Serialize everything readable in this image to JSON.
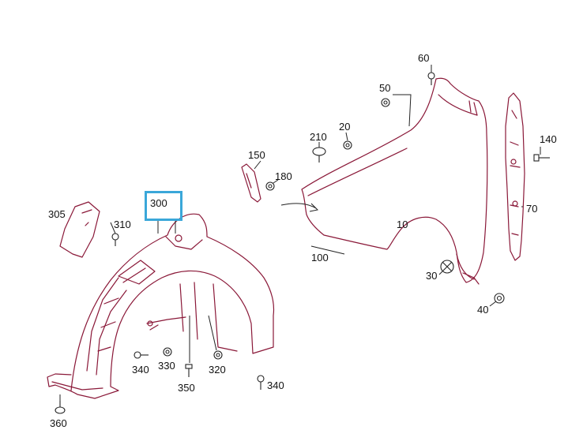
{
  "colors": {
    "outline": "#8a1838",
    "accent_highlight": "#3aa7d9",
    "leader": "#222222",
    "label": "#111111"
  },
  "highlighted_part": "300",
  "parts": {
    "p10": "10",
    "p20": "20",
    "p30": "30",
    "p40": "40",
    "p50": "50",
    "p60": "60",
    "p70": "70",
    "p100": "100",
    "p140": "140",
    "p150": "150",
    "p180": "180",
    "p210": "210",
    "p300": "300",
    "p305": "305",
    "p310": "310",
    "p320": "320",
    "p330": "330",
    "p340a": "340",
    "p340b": "340",
    "p350": "350",
    "p360": "360"
  }
}
